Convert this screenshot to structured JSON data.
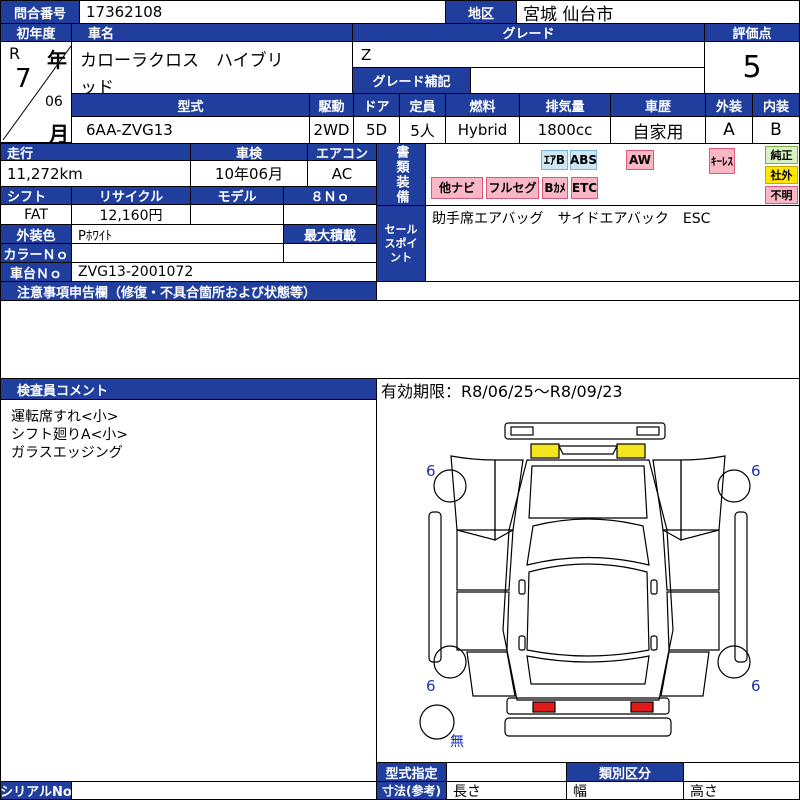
{
  "inquiry_number": {
    "label": "問合番号",
    "value": "17362108"
  },
  "region": {
    "label": "地区",
    "value": "宮城 仙台市"
  },
  "first_reg": {
    "label": "初年度",
    "era": "R",
    "year": "7",
    "year_unit": "年",
    "month": "06",
    "month_unit": "月"
  },
  "car_name": {
    "label": "車名",
    "value_line1": "カローラクロス　ハイブリ",
    "value_line2": "ッド"
  },
  "grade": {
    "label": "グレード",
    "value": "Z",
    "supplement_label": "グレード補記",
    "supplement_value": ""
  },
  "score": {
    "label": "評価点",
    "value": "5"
  },
  "spec": {
    "headers": [
      "型式",
      "駆動",
      "ドア",
      "定員",
      "燃料",
      "排気量",
      "車歴",
      "外装",
      "内装"
    ],
    "values": [
      "6AA-ZVG13",
      "2WD",
      "5D",
      "5人",
      "Hybrid",
      "1800cc",
      "自家用",
      "A",
      "B"
    ]
  },
  "mileage": {
    "label": "走行",
    "value": "11,272km"
  },
  "inspection": {
    "label": "車検",
    "value": "10年06月"
  },
  "aircon": {
    "label": "エアコン",
    "value": "AC"
  },
  "shift": {
    "label": "シフト",
    "value": "FAT"
  },
  "recycle": {
    "label": "リサイクル",
    "value": "12,160円"
  },
  "model": {
    "label": "モデル",
    "value": ""
  },
  "num": {
    "label": "８Ｎｏ",
    "value": ""
  },
  "exterior_color": {
    "label": "外装色",
    "value": "Pﾎﾜｲﾄ"
  },
  "max_load": {
    "label": "最大積載",
    "value": ""
  },
  "color_no": {
    "label": "カラーＮｏ",
    "value": ""
  },
  "chassis_no": {
    "label": "車台Ｎｏ",
    "value": "ZVG13-2001072"
  },
  "notes": {
    "label": "注意事項申告欄（修復・不具合箇所および状態等）",
    "value": ""
  },
  "equipment": {
    "label": "書類装備",
    "badges": [
      {
        "text": "ｴｱB",
        "color": "blue"
      },
      {
        "text": "ABS",
        "color": "blue"
      },
      {
        "text": "AW",
        "color": "pink"
      },
      {
        "text": "ｷｰﾚｽ",
        "color": "pink"
      },
      {
        "text": "他ナビ",
        "color": "pink"
      },
      {
        "text": "フルセグ",
        "color": "pink"
      },
      {
        "text": "Bｶﾒ",
        "color": "pink"
      },
      {
        "text": "ETC",
        "color": "pink"
      }
    ],
    "side": [
      "純正",
      "社外",
      "不明"
    ]
  },
  "sales_point": {
    "label": "セールスポイント",
    "value": "助手席エアバッグ　サイドエアバック　ESC"
  },
  "inspector_comment": {
    "label": "検査員コメント",
    "lines": [
      "運転席すれ<小>",
      "シフト廻りA<小>",
      "ガラスエッジング"
    ]
  },
  "validity": {
    "value": "有効期限：R8/06/25～R8/09/23"
  },
  "diagram": {
    "tire_front_left": "6",
    "tire_front_right": "6",
    "tire_rear_left": "6",
    "tire_rear_right": "6",
    "spare": "無"
  },
  "footer": {
    "serial_label": "シリアルNo",
    "model_designation_label": "型式指定",
    "class_label": "類別区分",
    "dims_label": "寸法(参考)",
    "length_label": "長さ",
    "width_label": "幅",
    "height_label": "高さ"
  }
}
